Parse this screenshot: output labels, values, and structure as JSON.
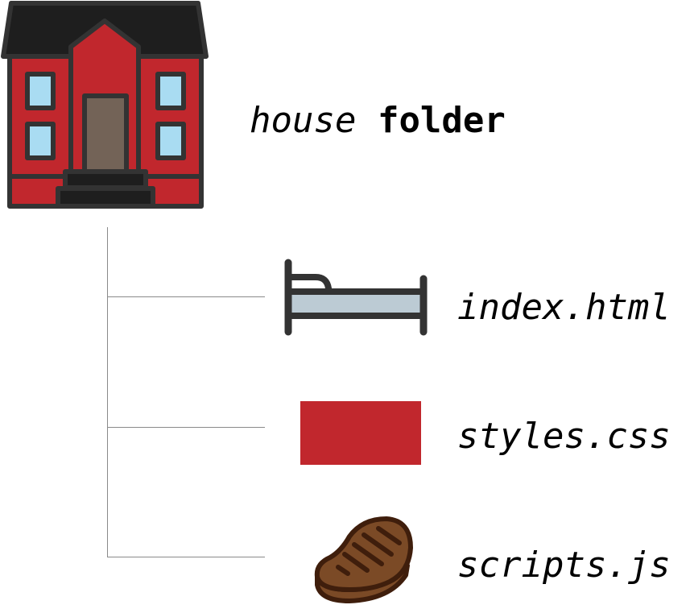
{
  "root": {
    "name_prefix": "house",
    "name_suffix": "folder",
    "icon": "house-icon"
  },
  "children": [
    {
      "name": "index.html",
      "icon": "bed-icon"
    },
    {
      "name": "styles.css",
      "icon": "red-rectangle-icon"
    },
    {
      "name": "scripts.js",
      "icon": "steak-icon"
    }
  ],
  "colors": {
    "house_wall": "#c1272d",
    "house_roof": "#1e1e1e",
    "outline": "#333333",
    "window": "#a9dcf2",
    "door": "#736357",
    "bed_mattress": "#bccbd4",
    "paint_swatch": "#c1272d",
    "steak_fill": "#7b4a26",
    "steak_outline": "#3f1e0c",
    "tree_line": "#8a8a8a"
  }
}
